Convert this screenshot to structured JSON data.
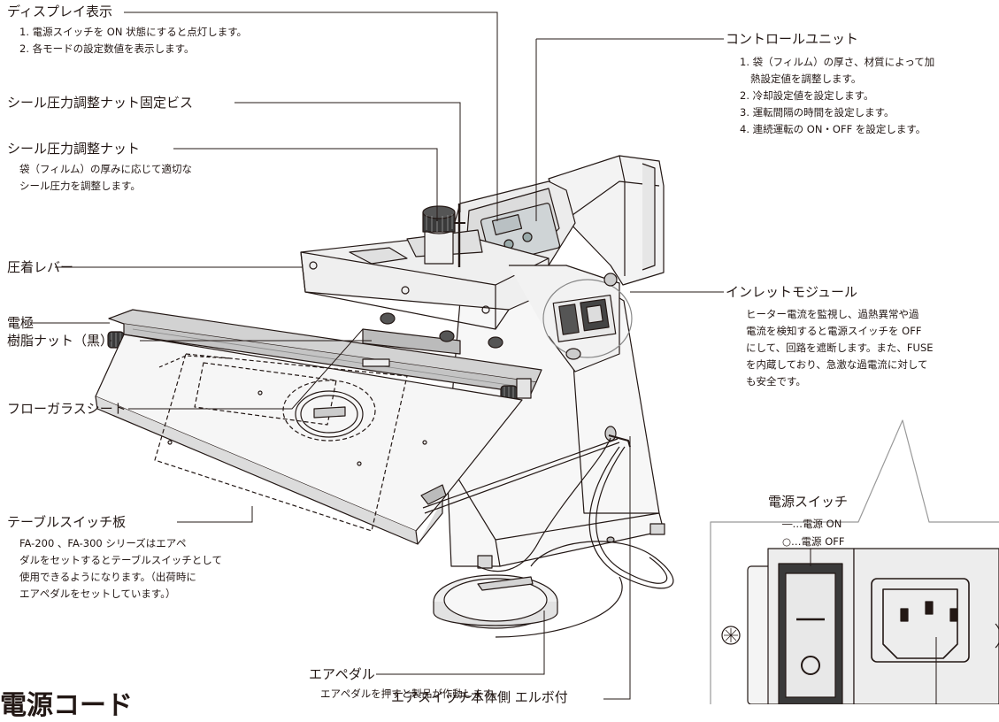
{
  "labels": {
    "display": {
      "title": "ディスプレイ表示",
      "lines": [
        "1. 電源スイッチを ON 状態にすると点灯します。",
        "2. 各モードの設定数値を表示します。"
      ]
    },
    "pressure_screw": {
      "title": "シール圧力調整ナット固定ビス"
    },
    "pressure_nut": {
      "title": "シール圧力調整ナット",
      "lines": [
        "袋（フィルム）の厚みに応じて適切な",
        "シール圧力を調整します。"
      ]
    },
    "press_lever": {
      "title": "圧着レバー"
    },
    "electrode": {
      "title": "電極"
    },
    "resin_nut": {
      "title": "樹脂ナット（黒）"
    },
    "glass_sheet": {
      "title": "フローガラスシート"
    },
    "table_switch": {
      "title": "テーブルスイッチ板",
      "lines": [
        "FA-200 、FA-300 シリーズはエアペ",
        "ダルをセットするとテーブルスイッチとして",
        "使用できるようになります。（出荷時に",
        "エアペダルをセットしています。）"
      ]
    },
    "air_pedal": {
      "title": "エアペダル",
      "lines": [
        "エアペダルを押すと製品が作動します。"
      ]
    },
    "air_switch": {
      "title": "エアスイッチ本体側 エルボ付"
    },
    "control_unit": {
      "title": "コントロールユニット",
      "lines": [
        "1. 袋（フィルム）の厚さ、材質によって加",
        "熱設定値を調整します。",
        "2. 冷却設定値を設定します。",
        "3. 運転間隔の時間を設定します。",
        "4. 連続運転の ON・OFF を設定します。"
      ]
    },
    "inlet_module": {
      "title": "インレットモジュール",
      "lines": [
        "ヒーター電流を監視し、過熱異常や過",
        "電流を検知すると電源スイッチを OFF",
        "にして、回路を遮断します。また、FUSE",
        "を内蔵しており、急激な過電流に対して",
        "も安全です。"
      ]
    },
    "power_switch": {
      "title": "電源スイッチ",
      "on": "―…電源 ON",
      "off": "○…電源 OFF"
    },
    "power_cord": {
      "title": "電源コード"
    }
  }
}
